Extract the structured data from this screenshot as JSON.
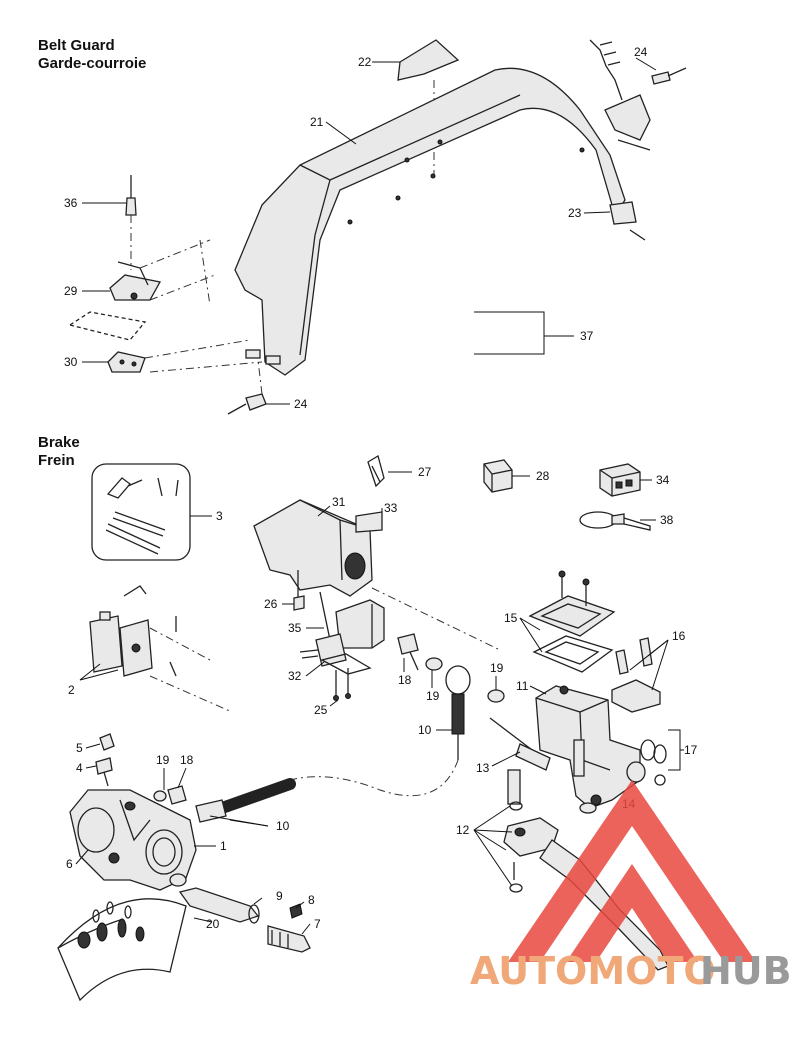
{
  "sections": {
    "belt_guard": {
      "title_en": "Belt Guard",
      "title_fr": "Garde-courroie"
    },
    "brake": {
      "title_en": "Brake",
      "title_fr": "Frein"
    }
  },
  "callouts": {
    "c22": "22",
    "c21": "21",
    "c24a": "24",
    "c23": "23",
    "c36": "36",
    "c29": "29",
    "c30": "30",
    "c24b": "24",
    "c37": "37",
    "c27": "27",
    "c28": "28",
    "c34": "34",
    "c3": "3",
    "c31": "31",
    "c33": "33",
    "c38": "38",
    "c26": "26",
    "c15": "15",
    "c16": "16",
    "c35": "35",
    "c2": "2",
    "c18a": "18",
    "c19a": "19",
    "c19b": "19",
    "c11": "11",
    "c32": "32",
    "c25": "25",
    "c10a": "10",
    "c17": "17",
    "c5": "5",
    "c4": "4",
    "c19c": "19",
    "c18b": "18",
    "c13": "13",
    "c14": "14",
    "c10b": "10",
    "c12": "12",
    "c6": "6",
    "c1": "1",
    "c9": "9",
    "c8": "8",
    "c7": "7",
    "c20": "20"
  },
  "watermark": {
    "part1": "AUTOMOTO",
    "part2": "HUB",
    "color1": "#f0a878",
    "color2": "#9a9a9a",
    "logo_color": "#e8483f"
  }
}
